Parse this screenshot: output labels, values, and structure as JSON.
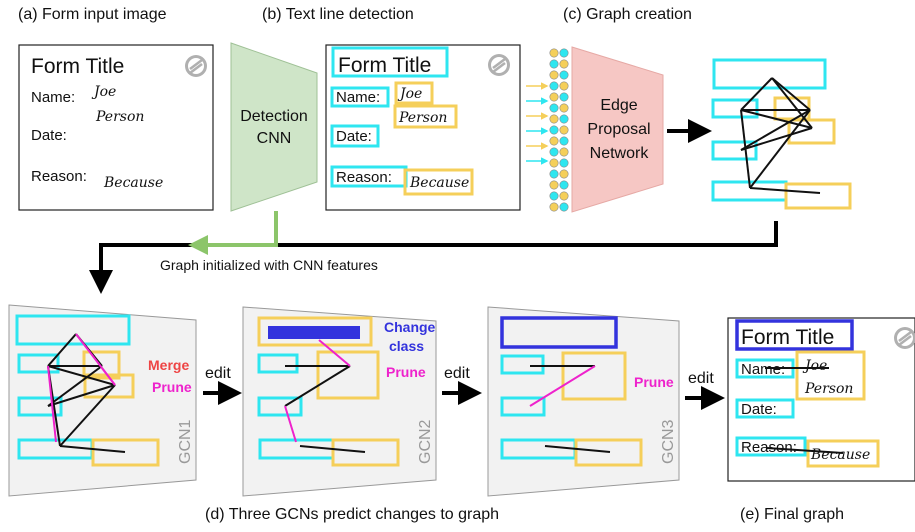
{
  "captions": {
    "a": "(a) Form input image",
    "b": "(b) Text line detection",
    "c": "(c) Graph creation",
    "d": "(d) Three GCNs predict changes to graph",
    "e": "(e) Final graph"
  },
  "form": {
    "title": "Form Title",
    "name_label": "Name:",
    "name_value_1": "Joe",
    "name_value_2": "Person",
    "date_label": "Date:",
    "reason_label": "Reason:",
    "reason_value": "Because"
  },
  "detection_cnn": {
    "line1": "Detection",
    "line2": "CNN"
  },
  "edge_proposal": {
    "line1": "Edge",
    "line2": "Proposal",
    "line3": "Network"
  },
  "graph_init_label": "Graph initialized with CNN features",
  "gcn_labels": [
    "GCN1",
    "GCN2",
    "GCN3"
  ],
  "gcn_actions": {
    "merge": "Merge",
    "prune": "Prune",
    "change_1": "Change",
    "change_2": "class"
  },
  "edit_label": "edit",
  "colors": {
    "cyan": "#2ee6f0",
    "yellow": "#f5cf5a",
    "blue": "#3333dd",
    "green_fill": "#cfe5c8",
    "green_arrow": "#8cc56a",
    "pink_fill": "#f6c7c4",
    "magenta": "#ee22cc",
    "red": "#ee4444",
    "panel_gray": "#f2f2f2"
  }
}
